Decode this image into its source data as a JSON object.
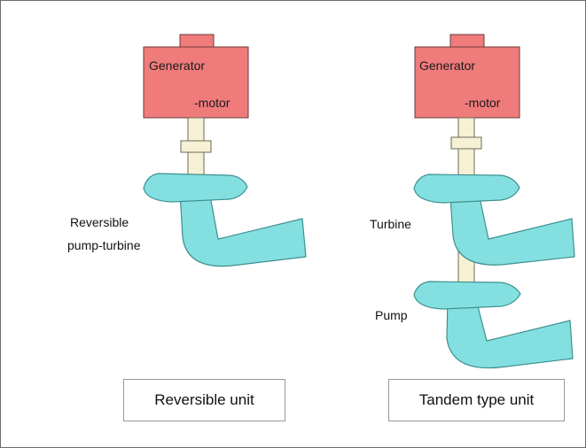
{
  "colors": {
    "generator_fill": "#f07b7b",
    "generator_stroke": "#6a3a3a",
    "runner_fill": "#84e0e0",
    "runner_stroke": "#3e8f8f",
    "shaft_fill": "#f6f1d4",
    "shaft_stroke": "#6b6b5a"
  },
  "left": {
    "generator_line1": "Generator",
    "generator_line2": "-motor",
    "unit_label_line1": "Reversible",
    "unit_label_line2": "pump-turbine",
    "caption": "Reversible unit"
  },
  "right": {
    "generator_line1": "Generator",
    "generator_line2": "-motor",
    "turbine_label": "Turbine",
    "pump_label": "Pump",
    "caption": "Tandem type unit"
  }
}
